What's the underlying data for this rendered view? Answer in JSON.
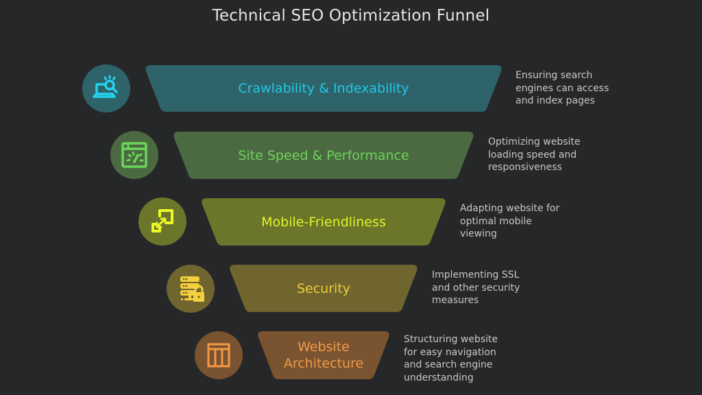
{
  "title": "Technical SEO Optimization Funnel",
  "colors": {
    "background": "#262729",
    "title_text": "#e6e6e6",
    "desc_text": "#c7c7c7"
  },
  "stages": [
    {
      "label": "Crawlability & Indexability",
      "icon": "laptop-search-icon",
      "description": "Ensuring search\nengines can access\nand index pages",
      "fill": "#2f636a",
      "text_color": "#22c8e6",
      "icon_bg": "#2f636a",
      "icon_color": "#22d4f0"
    },
    {
      "label": "Site Speed & Performance",
      "icon": "speedometer-browser-icon",
      "description": "Optimizing website\nloading speed and\nresponsiveness",
      "fill": "#4b6a42",
      "text_color": "#6ed35a",
      "icon_bg": "#4b6a42",
      "icon_color": "#6ad859"
    },
    {
      "label": "Mobile-Friendliness",
      "icon": "resize-expand-icon",
      "description": "Adapting website for\noptimal mobile\nviewing",
      "fill": "#6b762b",
      "text_color": "#e2f32a",
      "icon_bg": "#6b762b",
      "icon_color": "#eef92a"
    },
    {
      "label": "Security",
      "icon": "server-lock-icon",
      "description": "Implementing SSL\nand other security\nmeasures",
      "fill": "#70652f",
      "text_color": "#f0cc3a",
      "icon_bg": "#70652f",
      "icon_color": "#f5cf3e"
    },
    {
      "label": "Website\nArchitecture",
      "icon": "layout-columns-icon",
      "description": "Structuring website\nfor easy navigation\nand search engine\nunderstanding",
      "fill": "#7a5330",
      "text_color": "#f09a48",
      "icon_bg": "#7a5330",
      "icon_color": "#f59a45"
    }
  ]
}
